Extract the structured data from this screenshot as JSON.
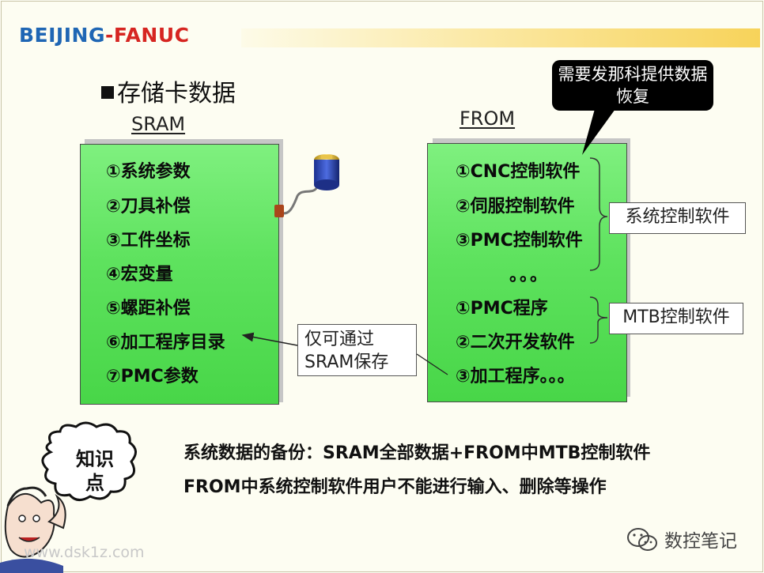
{
  "logo": {
    "part1": "BEIJING",
    "dash": "-",
    "part2": "FANUC"
  },
  "title": "存储卡数据",
  "sram": {
    "label": "SRAM",
    "items": [
      "①系统参数",
      "②刀具补偿",
      "③工件坐标",
      "④宏变量",
      "⑤螺距补偿",
      "⑥加工程序目录",
      "⑦PMC参数"
    ]
  },
  "from": {
    "label": "FROM",
    "items": [
      "①CNC控制软件",
      "②伺服控制软件",
      "③PMC控制软件",
      "。。。",
      "①PMC程序",
      "②二次开发软件",
      "③加工程序。。。"
    ]
  },
  "callouts": {
    "sram_only_line1": "仅可通过",
    "sram_only_line2": "SRAM保存",
    "system_software": "系统控制软件",
    "mtb_software": "MTB控制软件",
    "bubble": "需要发那科提供数据恢复"
  },
  "knowledge_badge": "知识点",
  "notes": [
    "系统数据的备份：SRAM全部数据+FROM中MTB控制软件",
    "FROM中系统控制软件用户不能进行输入、删除等操作"
  ],
  "watermark_left": "www.dsk1z.com",
  "watermark_right": "数控笔记",
  "icons": {
    "battery": "battery-icon",
    "wechat": "wechat-icon",
    "cartoon": "cartoon-man-icon"
  },
  "colors": {
    "panel_green": "#5ee25e",
    "logo_blue": "#1f66b4",
    "logo_red": "#d62521"
  }
}
